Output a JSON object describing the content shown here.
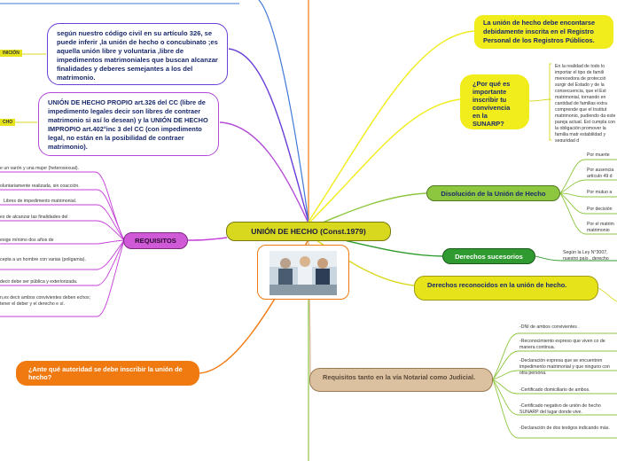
{
  "center": {
    "title": "UNIÓN DE HECHO (Const.1979)"
  },
  "image": {
    "icon": "people-meeting-photo"
  },
  "left_tags": {
    "definicion": "INICIÓN",
    "hecho": "CHO"
  },
  "nodes": {
    "concepto": "según nuestro código civil en su artículo 326, se puede inferir ,la unión de hecho o concubinato ;es aquella unión libre y voluntaria ,libre de impedimentos matrimoniales que buscan alcanzar finalidades y deberes semejantes a los del matrimonio.",
    "propio_impropio": "UNIÓN DE HECHO PROPIO art.326 del CC (libre de impedimento legales decir son libres de contraer matrimonio si así lo desean) y la UNIÓN DE HECHO IMPROPIO art.402°inc 3 del CC (con impedimento legal, no están en la posibilidad de contraer matrimonio).",
    "requisitos": "REQUISITOS",
    "autoridad": "¿Ante qué autoridad se debe inscribir la unión de hecho?",
    "encontrarse": "La unión de hecho debe encontarse debidamente inscrita en el Registro Personal de los Registros Públicos.",
    "por_que": "¿Por qué es importante inscribir tu convivencia en la SUNARP?",
    "disolucion": "Disolución de la Unión de Hecho",
    "sucesorios": "Derechos sucesorios",
    "derechos_reconocidos": "Derechos reconocidos en la unión de hecho.",
    "notarial": "Requisitos tanto en la vía Notarial como Judicial."
  },
  "texts": {
    "por_que_detalle": "En la realidad de todo lo importar el tipo de famili merecedora de protecció surgir del Estado y de la consecuencia, que el Est matrimonial, tornando en cantidad de familias extra comprende que el Institut matrimonio, pudiendo da este pareja actual. Est cumpla con la obligación promover la familia matr estabilidad y seguridad d",
    "disolucion_items": [
      "Por muerte",
      "Por ausencia artículo 49 d",
      "Por mutuo a",
      "Por decisión",
      "Por el matrim matrimonio"
    ],
    "sucesorios_item": "Según la Ley N°3007, nuestro país , derecho",
    "requisitos_items": [
      "e un varón y una mujer (heterosexual).",
      "oluntariamente realizada, sin coacción.",
      "Libres de impedimento matrimonial.",
      "es de alcanzar las finalidades del",
      "exige mínimo dos años de",
      "cepta a un hombre con varias (poligamia).",
      "decir debe ser pública y exteriorizada.",
      "n,es decir ambos convivientes deben echos; tener el deber y el derecho e sí."
    ],
    "notarial_items": [
      "-DNI de ambos convivientes .",
      "-Reconocimiento expreso que viven co de manera continua.",
      "-Declaración expresa que se encuentren impedimento matrimonial y que ninguno con otra persona.",
      "-Certificado domiciliario de ambos.",
      "-Certificado negativo de unión de hecho SUNARP del lugar donde vive.",
      "-Declaración de dos testigos indicando más."
    ]
  },
  "colors": {
    "center_fill": "#d8d81e",
    "purple_link": "#6a3fd8",
    "magenta_link": "#c53fd8",
    "orange": "#f07a10",
    "yellow": "#f1ec1c",
    "green": "#8dc63f",
    "dark_green": "#2f9a2f",
    "tan": "#dcc1a0"
  }
}
